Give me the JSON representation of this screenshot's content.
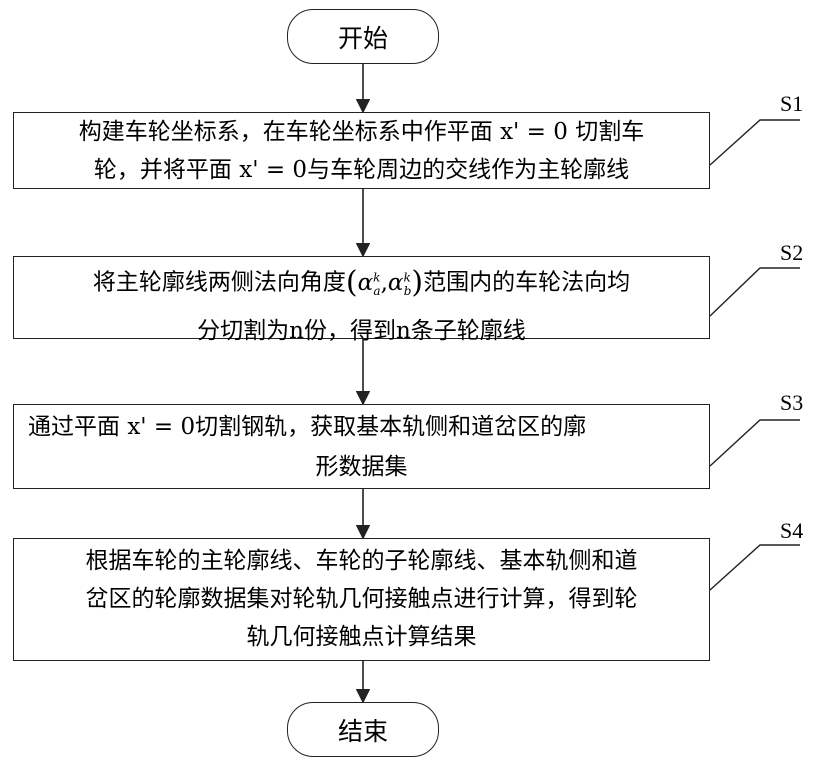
{
  "start_label": "开始",
  "end_label": "结束",
  "steps": [
    {
      "tag": "S1",
      "lines": [
        [
          "构建车轮坐标系，在车轮坐标系中作平面 ",
          "x' = 0",
          " 切割车"
        ],
        [
          "轮，并将平面 ",
          "x' = 0",
          "与车轮周边的交线作为主轮廓线"
        ]
      ]
    },
    {
      "tag": "S2",
      "line1_before": "将主轮廓线两侧法向角度",
      "line1_after": "范围内的车轮法向均",
      "alpha": "α",
      "sub_a": "a",
      "sub_b": "b",
      "sup_k": "k",
      "line2": "分切割为n份，得到n条子轮廓线"
    },
    {
      "tag": "S3",
      "line1_before": "通过平面 ",
      "eq": "x' = 0",
      "line1_after": "切割钢轨，获取基本轨侧和道岔区的廓",
      "line2": "形数据集"
    },
    {
      "tag": "S4",
      "lines": [
        "根据车轮的主轮廓线、车轮的子轮廓线、基本轨侧和道",
        "岔区的轮廓数据集对轮轨几何接触点进行计算，得到轮",
        "轨几何接触点计算结果"
      ]
    }
  ]
}
